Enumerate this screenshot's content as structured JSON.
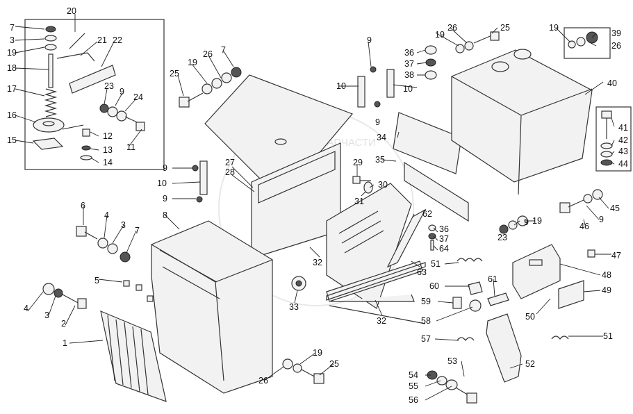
{
  "watermark": "ТЕХНИКА ⚙ ЗАПЧАСТИ",
  "callouts": [
    {
      "id": "c1",
      "text": "1"
    },
    {
      "id": "c2",
      "text": "2"
    },
    {
      "id": "c3a",
      "text": "3"
    },
    {
      "id": "c3b",
      "text": "3"
    },
    {
      "id": "c3c",
      "text": "3"
    },
    {
      "id": "c4a",
      "text": "4"
    },
    {
      "id": "c4b",
      "text": "4"
    },
    {
      "id": "c5",
      "text": "5"
    },
    {
      "id": "c6",
      "text": "6"
    },
    {
      "id": "c7a",
      "text": "7"
    },
    {
      "id": "c7b",
      "text": "7"
    },
    {
      "id": "c7c",
      "text": "7"
    },
    {
      "id": "c8",
      "text": "8"
    },
    {
      "id": "c9a",
      "text": "9"
    },
    {
      "id": "c9b",
      "text": "9"
    },
    {
      "id": "c9c",
      "text": "9"
    },
    {
      "id": "c9d",
      "text": "9"
    },
    {
      "id": "c9e",
      "text": "9"
    },
    {
      "id": "c9f",
      "text": "9"
    },
    {
      "id": "c9g",
      "text": "9"
    },
    {
      "id": "c10a",
      "text": "10"
    },
    {
      "id": "c10b",
      "text": "10"
    },
    {
      "id": "c10c",
      "text": "10"
    },
    {
      "id": "c11",
      "text": "11"
    },
    {
      "id": "c12",
      "text": "12"
    },
    {
      "id": "c13",
      "text": "13"
    },
    {
      "id": "c14",
      "text": "14"
    },
    {
      "id": "c15",
      "text": "15"
    },
    {
      "id": "c16",
      "text": "16"
    },
    {
      "id": "c17",
      "text": "17"
    },
    {
      "id": "c18",
      "text": "18"
    },
    {
      "id": "c19a",
      "text": "19"
    },
    {
      "id": "c19b",
      "text": "19"
    },
    {
      "id": "c19c",
      "text": "19"
    },
    {
      "id": "c19d",
      "text": "19"
    },
    {
      "id": "c19e",
      "text": "19"
    },
    {
      "id": "c19f",
      "text": "19"
    },
    {
      "id": "c20",
      "text": "20"
    },
    {
      "id": "c21",
      "text": "21"
    },
    {
      "id": "c22",
      "text": "22"
    },
    {
      "id": "c23a",
      "text": "23"
    },
    {
      "id": "c23b",
      "text": "23"
    },
    {
      "id": "c24",
      "text": "24"
    },
    {
      "id": "c25a",
      "text": "25"
    },
    {
      "id": "c25b",
      "text": "25"
    },
    {
      "id": "c25c",
      "text": "25"
    },
    {
      "id": "c26a",
      "text": "26"
    },
    {
      "id": "c26b",
      "text": "26"
    },
    {
      "id": "c26c",
      "text": "26"
    },
    {
      "id": "c26d",
      "text": "26"
    },
    {
      "id": "c27",
      "text": "27"
    },
    {
      "id": "c28",
      "text": "28"
    },
    {
      "id": "c29",
      "text": "29"
    },
    {
      "id": "c30",
      "text": "30"
    },
    {
      "id": "c31",
      "text": "31"
    },
    {
      "id": "c32a",
      "text": "32"
    },
    {
      "id": "c32b",
      "text": "32"
    },
    {
      "id": "c33",
      "text": "33"
    },
    {
      "id": "c34",
      "text": "34"
    },
    {
      "id": "c35",
      "text": "35"
    },
    {
      "id": "c36a",
      "text": "36"
    },
    {
      "id": "c36b",
      "text": "36"
    },
    {
      "id": "c37a",
      "text": "37"
    },
    {
      "id": "c37b",
      "text": "37"
    },
    {
      "id": "c38",
      "text": "38"
    },
    {
      "id": "c39",
      "text": "39"
    },
    {
      "id": "c40",
      "text": "40"
    },
    {
      "id": "c41",
      "text": "41"
    },
    {
      "id": "c42",
      "text": "42"
    },
    {
      "id": "c43",
      "text": "43"
    },
    {
      "id": "c44",
      "text": "44"
    },
    {
      "id": "c45",
      "text": "45"
    },
    {
      "id": "c46",
      "text": "46"
    },
    {
      "id": "c47",
      "text": "47"
    },
    {
      "id": "c48",
      "text": "48"
    },
    {
      "id": "c49",
      "text": "49"
    },
    {
      "id": "c50",
      "text": "50"
    },
    {
      "id": "c51a",
      "text": "51"
    },
    {
      "id": "c51b",
      "text": "51"
    },
    {
      "id": "c52",
      "text": "52"
    },
    {
      "id": "c53",
      "text": "53"
    },
    {
      "id": "c54",
      "text": "54"
    },
    {
      "id": "c55",
      "text": "55"
    },
    {
      "id": "c56",
      "text": "56"
    },
    {
      "id": "c57",
      "text": "57"
    },
    {
      "id": "c58",
      "text": "58"
    },
    {
      "id": "c59",
      "text": "59"
    },
    {
      "id": "c60",
      "text": "60"
    },
    {
      "id": "c61",
      "text": "61"
    },
    {
      "id": "c62",
      "text": "62"
    },
    {
      "id": "c63",
      "text": "63"
    },
    {
      "id": "c64",
      "text": "64"
    }
  ]
}
